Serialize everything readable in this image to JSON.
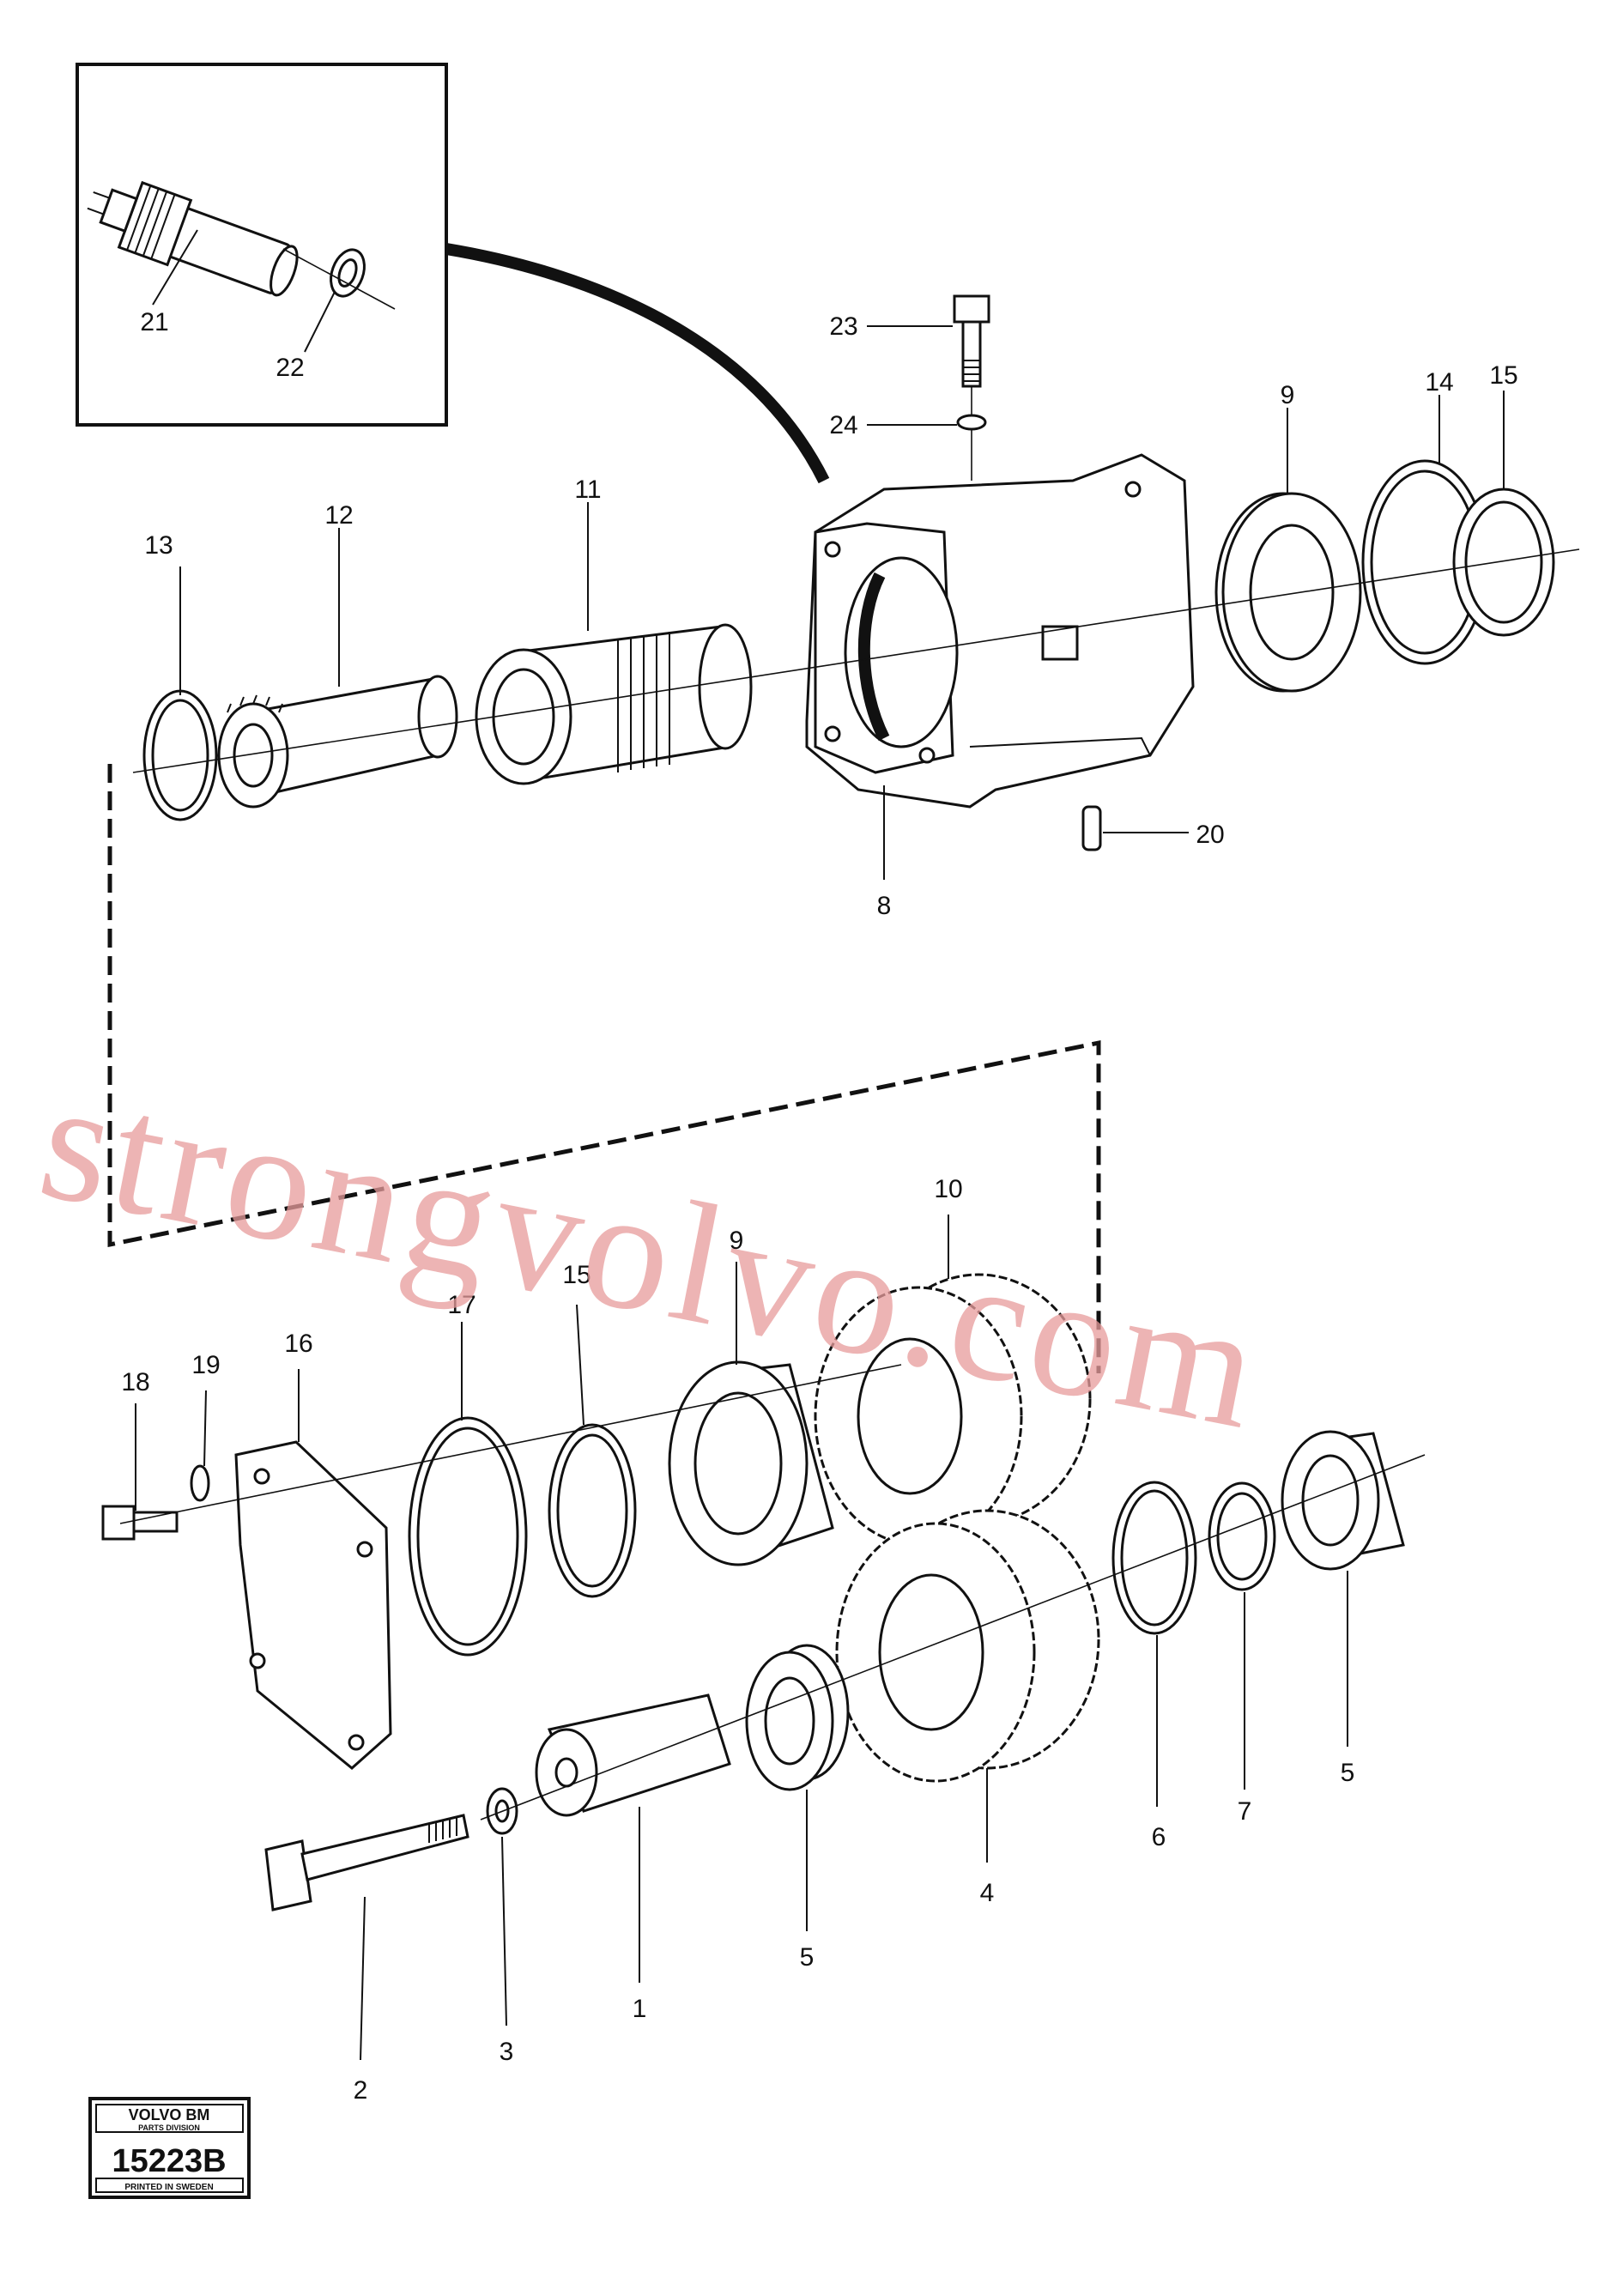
{
  "callouts": [
    "1",
    "2",
    "3",
    "4",
    "5",
    "5",
    "6",
    "7",
    "8",
    "9",
    "9",
    "10",
    "11",
    "12",
    "13",
    "14",
    "15",
    "15",
    "16",
    "17",
    "18",
    "19",
    "20",
    "21",
    "22",
    "23",
    "24"
  ],
  "watermark": "strongvolvo.com",
  "stamp": {
    "brand": "VOLVO BM",
    "division": "PARTS DIVISION",
    "drawing_no": "15223B",
    "printed": "PRINTED IN SWEDEN"
  }
}
